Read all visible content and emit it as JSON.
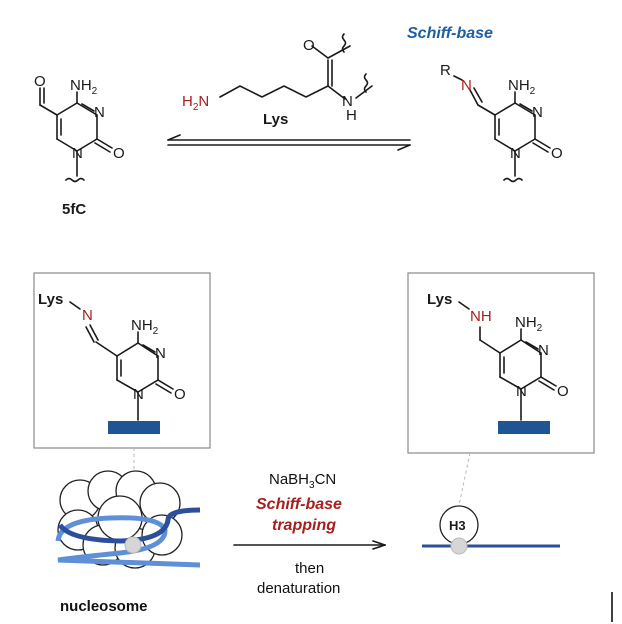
{
  "top": {
    "fc_label": "5fC",
    "lys_label": "Lys",
    "schiff_base_label": "Schiff-base",
    "amine_H": "H",
    "amine_sub": "2",
    "amine_N": "N",
    "nh_label": "N",
    "nh_h": "H",
    "o_label": "O",
    "r_label": "R"
  },
  "atoms": {
    "nh2": "NH",
    "nh2_sub": "2",
    "n": "N",
    "o": "O"
  },
  "bottom": {
    "left_lys": "Lys",
    "left_n": "N",
    "right_lys": "Lys",
    "right_nh": "NH",
    "reagent_main": "NaBH",
    "reagent_sub": "3",
    "reagent_end": "CN",
    "trap_line1": "Schiff-base",
    "trap_line2": "trapping",
    "then_line1": "then",
    "then_line2": "denaturation",
    "nucleosome_label": "nucleosome",
    "histone_label": "H3"
  },
  "colors": {
    "dna_blue": "#2c4f9c",
    "dna_light": "#5f8fd6",
    "bar_blue": "#1f5495",
    "red": "#a81e1e",
    "schiff_blue": "#1d5fa3",
    "frame_gray": "#8a8a8a"
  }
}
